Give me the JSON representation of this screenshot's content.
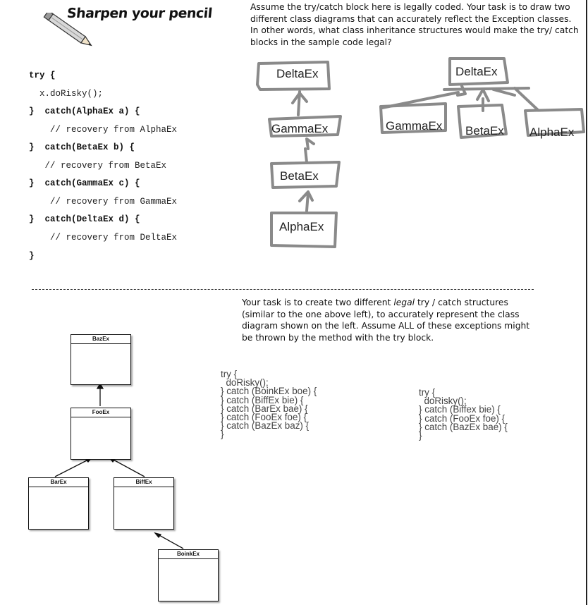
{
  "header": {
    "title": "Sharpen your pencil",
    "intro": "Assume the try/catch block here is legally coded. Your task is to draw two different class diagrams that can accurately reflect the Exception classes. In other words, what class inheritance structures would make the try/ catch blocks in the sample code legal?"
  },
  "code": [
    {
      "text": "try {",
      "bold": true
    },
    {
      "text": "  x.doRisky();",
      "bold": false
    },
    {
      "text": "}  catch(AlphaEx a) {",
      "bold": true
    },
    {
      "text": "    // recovery from AlphaEx",
      "bold": false
    },
    {
      "text": "}  catch(BetaEx b) {",
      "bold": true
    },
    {
      "text": "   // recovery from BetaEx",
      "bold": false
    },
    {
      "text": "}  catch(GammaEx c) {",
      "bold": true
    },
    {
      "text": "    // recovery from GammaEx",
      "bold": false
    },
    {
      "text": "}  catch(DeltaEx d) {",
      "bold": true
    },
    {
      "text": "    // recovery from DeltaEx",
      "bold": false
    },
    {
      "text": "}",
      "bold": true
    }
  ],
  "diagram1": {
    "a": "DeltaEx",
    "b": "GammaEx",
    "c": "BetaEx",
    "d": "AlphaEx"
  },
  "diagram2": {
    "top": "DeltaEx",
    "c1": "GammaEx",
    "c2": "BetaEx",
    "c3": "AlphaEx"
  },
  "task2": {
    "before": "Your task is to create two different ",
    "emph": "legal",
    "after": " try / catch structures (similar to the one above left), to accurately represent the class diagram shown on the left. Assume ALL of these exceptions might be thrown by the method with the try block."
  },
  "uml": {
    "baz": "BazEx",
    "foo": "FooEx",
    "bar": "BarEx",
    "biff": "BiffEx",
    "boink": "BoinkEx"
  },
  "answer1": [
    "try {",
    "  doRisky();",
    "} catch (BoinkEx boe) {",
    "} catch (BiffEx bie) {",
    "} catch (BarEx bae) {",
    "} catch (FooEx foe) {",
    "} catch (BazEx baz) {",
    "}"
  ],
  "answer2": [
    "try {",
    "  doRisky();",
    "} catch (Biffex bie) {",
    "} catch (FooEx foe) {",
    "} catch (BazEx bae) {",
    "}"
  ]
}
